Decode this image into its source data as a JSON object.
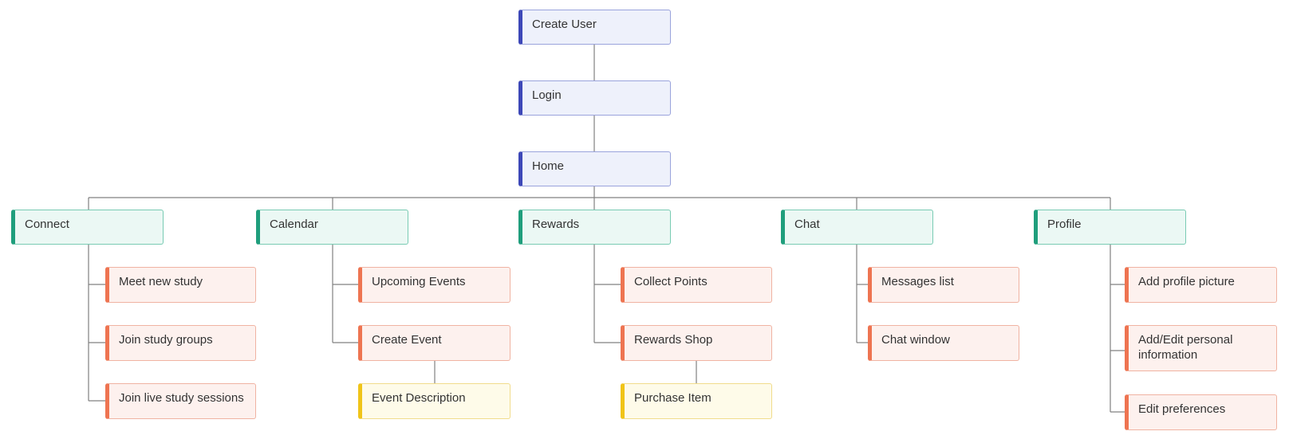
{
  "diagram": {
    "colors": {
      "blue_accent": "#3d48b8",
      "green_accent": "#1f9e7c",
      "orange_accent": "#ee7451",
      "yellow_accent": "#f0c419",
      "connector": "#808080"
    },
    "main_flow": {
      "create_user": "Create User",
      "login": "Login",
      "home": "Home"
    },
    "sections": {
      "connect": {
        "label": "Connect",
        "children": [
          "Meet new study",
          "Join study groups",
          "Join live study sessions"
        ]
      },
      "calendar": {
        "label": "Calendar",
        "children": [
          "Upcoming Events",
          "Create Event"
        ],
        "detail": "Event Description"
      },
      "rewards": {
        "label": "Rewards",
        "children": [
          "Collect Points",
          "Rewards Shop"
        ],
        "detail": "Purchase Item"
      },
      "chat": {
        "label": "Chat",
        "children": [
          "Messages list",
          "Chat window"
        ]
      },
      "profile": {
        "label": "Profile",
        "children": [
          "Add profile picture",
          "Add/Edit personal information",
          "Edit preferences"
        ]
      }
    }
  }
}
